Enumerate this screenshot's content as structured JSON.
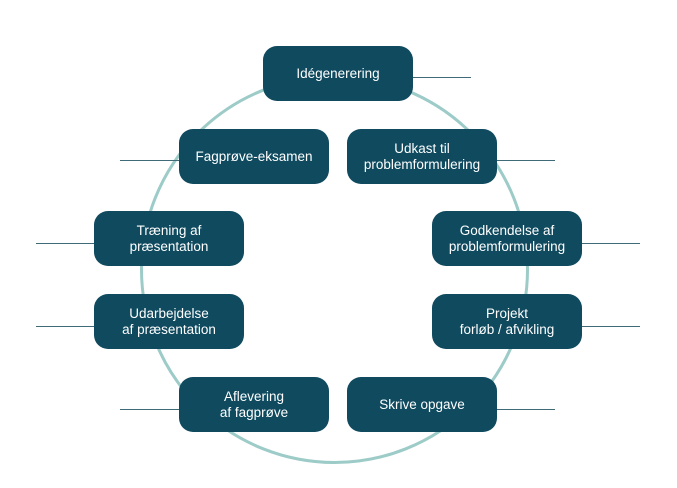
{
  "diagram": {
    "type": "cycle",
    "colors": {
      "node_fill": "#0f4a5f",
      "node_text": "#ffffff",
      "ring": "#9ccbc8",
      "leader_line": "#3f6b79"
    },
    "steps": [
      "Idégenerering",
      "Udkast til\nproblemformulering",
      "Godkendelse af\nproblemformulering",
      "Projekt\nforløb / afvikling",
      "Skrive opgave",
      "Aflevering\naf fagprøve",
      "Udarbejdelse\naf præsentation",
      "Træning af\npræsentation",
      "Fagprøve-eksamen"
    ]
  }
}
